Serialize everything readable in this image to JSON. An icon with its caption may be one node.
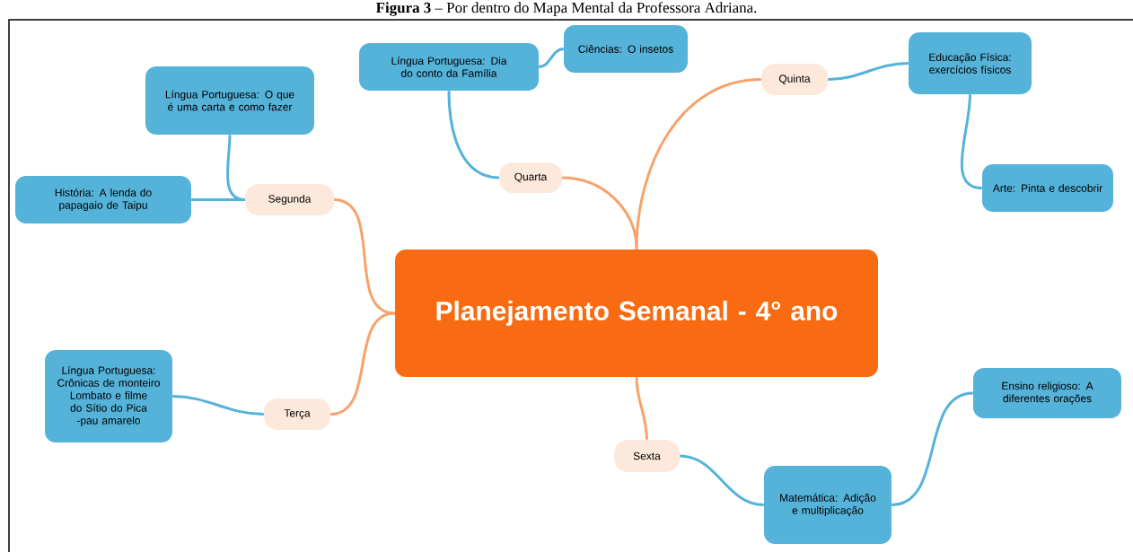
{
  "diagram": {
    "title": "**Figura 3** – Por dentro do Mapa Mental da Professora Adriana.",
    "nodes": [
      {
        "text": [
          "Planejamento Semanal - 4° ano"
        ]
      },
      {
        "text": [
          "Segunda"
        ]
      },
      {
        "text": [
          "Língua Portuguesa: O que é uma carta e como fazer"
        ]
      },
      {
        "text": [
          "História: A lenda do papagaio de Taipu"
        ]
      },
      {
        "text": [
          "Terça"
        ]
      },
      {
        "text": [
          "Língua Portuguesa: Crônicas de monteiro Lombato e filme do Sítio do Pica -pau amarelo"
        ]
      },
      {
        "text": [
          "Quarta"
        ]
      },
      {
        "text": [
          "Língua Portuguesa: Dia do conto da Família"
        ]
      },
      {
        "text": [
          "Ciências: O insetos"
        ]
      },
      {
        "text": [
          "Quinta"
        ]
      },
      {
        "text": [
          "Educação Física: exercícios físicos"
        ]
      },
      {
        "text": [
          "Arte: Pinta e descobrir"
        ]
      },
      {
        "text": [
          "Sexta"
        ]
      },
      {
        "text": [
          "Matemática: Adição e multiplicação"
        ]
      },
      {
        "text": [
          "Ensino religioso: A diferentes orações"
        ]
      }
    ],
    "edges": [
      {
        "from": 0,
        "to": 1,
        "arrow": "none",
        "color": "#f8a26a"
      },
      {
        "from": 1,
        "to": 2,
        "arrow": "none"
      },
      {
        "from": 1,
        "to": 3,
        "arrow": "none"
      },
      {
        "from": 0,
        "to": 4,
        "arrow": "none",
        "color": "#f8a26a"
      },
      {
        "from": 4,
        "to": 5,
        "arrow": "none"
      },
      {
        "from": 0,
        "to": 6,
        "arrow": "none",
        "color": "#f8a26a"
      },
      {
        "from": 6,
        "to": 7,
        "arrow": "none"
      },
      {
        "from": 7,
        "to": 8,
        "arrow": "none"
      },
      {
        "from": 0,
        "to": 9,
        "arrow": "none",
        "color": "#f8a26a"
      },
      {
        "from": 9,
        "to": 10,
        "arrow": "none"
      },
      {
        "from": 10,
        "to": 11,
        "arrow": "none"
      },
      {
        "from": 0,
        "to": 12,
        "arrow": "none",
        "color": "#f8a26a"
      },
      {
        "from": 12,
        "to": 13,
        "arrow": "none"
      },
      {
        "from": 13,
        "to": 14,
        "arrow": "none"
      }
    ]
  }
}
